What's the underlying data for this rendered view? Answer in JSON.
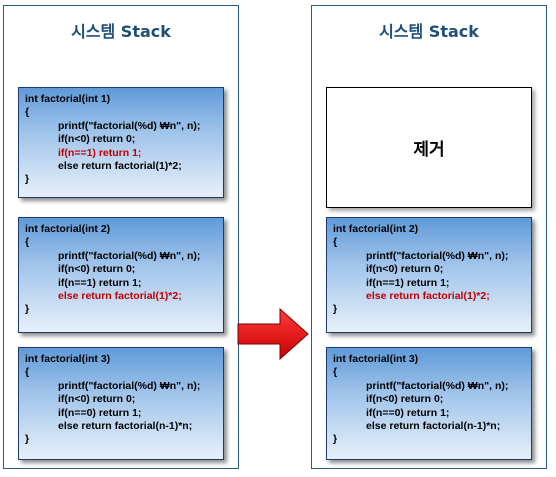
{
  "stacks": {
    "left": {
      "title": "시스템 Stack",
      "frames": [
        {
          "header": "int factorial(int 1)",
          "open": "{",
          "printf": "printf(\"factorial(%d) ₩n\", n);",
          "neg": "if(n<0) return 0;",
          "base": "if(n==1) return 1;",
          "rec": "else return factorial(1)*2;",
          "close": "}"
        },
        {
          "header": "int factorial(int 2)",
          "open": "{",
          "printf": "printf(\"factorial(%d) ₩n\", n);",
          "neg": "if(n<0) return 0;",
          "base": "if(n==1) return 1;",
          "rec": "else return factorial(1)*2;",
          "close": "}"
        },
        {
          "header": "int factorial(int 3)",
          "open": "{",
          "printf": "printf(\"factorial(%d) ₩n\", n);",
          "neg": "if(n<0) return 0;",
          "base": "if(n==0) return 1;",
          "rec": "else return factorial(n-1)*n;",
          "close": "}"
        }
      ]
    },
    "right": {
      "title": "시스템 Stack",
      "removed_label": "제거",
      "frames": [
        {
          "header": "int factorial(int 2)",
          "open": "{",
          "printf": "printf(\"factorial(%d) ₩n\", n);",
          "neg": "if(n<0) return 0;",
          "base": "if(n==1) return 1;",
          "rec": "else return factorial(1)*2;",
          "close": "}"
        },
        {
          "header": "int factorial(int 3)",
          "open": "{",
          "printf": "printf(\"factorial(%d) ₩n\", n);",
          "neg": "if(n<0) return 0;",
          "base": "if(n==0) return 1;",
          "rec": "else return factorial(n-1)*n;",
          "close": "}"
        }
      ]
    }
  },
  "colors": {
    "highlight": "#c00000",
    "arrow": "#e51c1c",
    "title": "#1f4e79"
  }
}
